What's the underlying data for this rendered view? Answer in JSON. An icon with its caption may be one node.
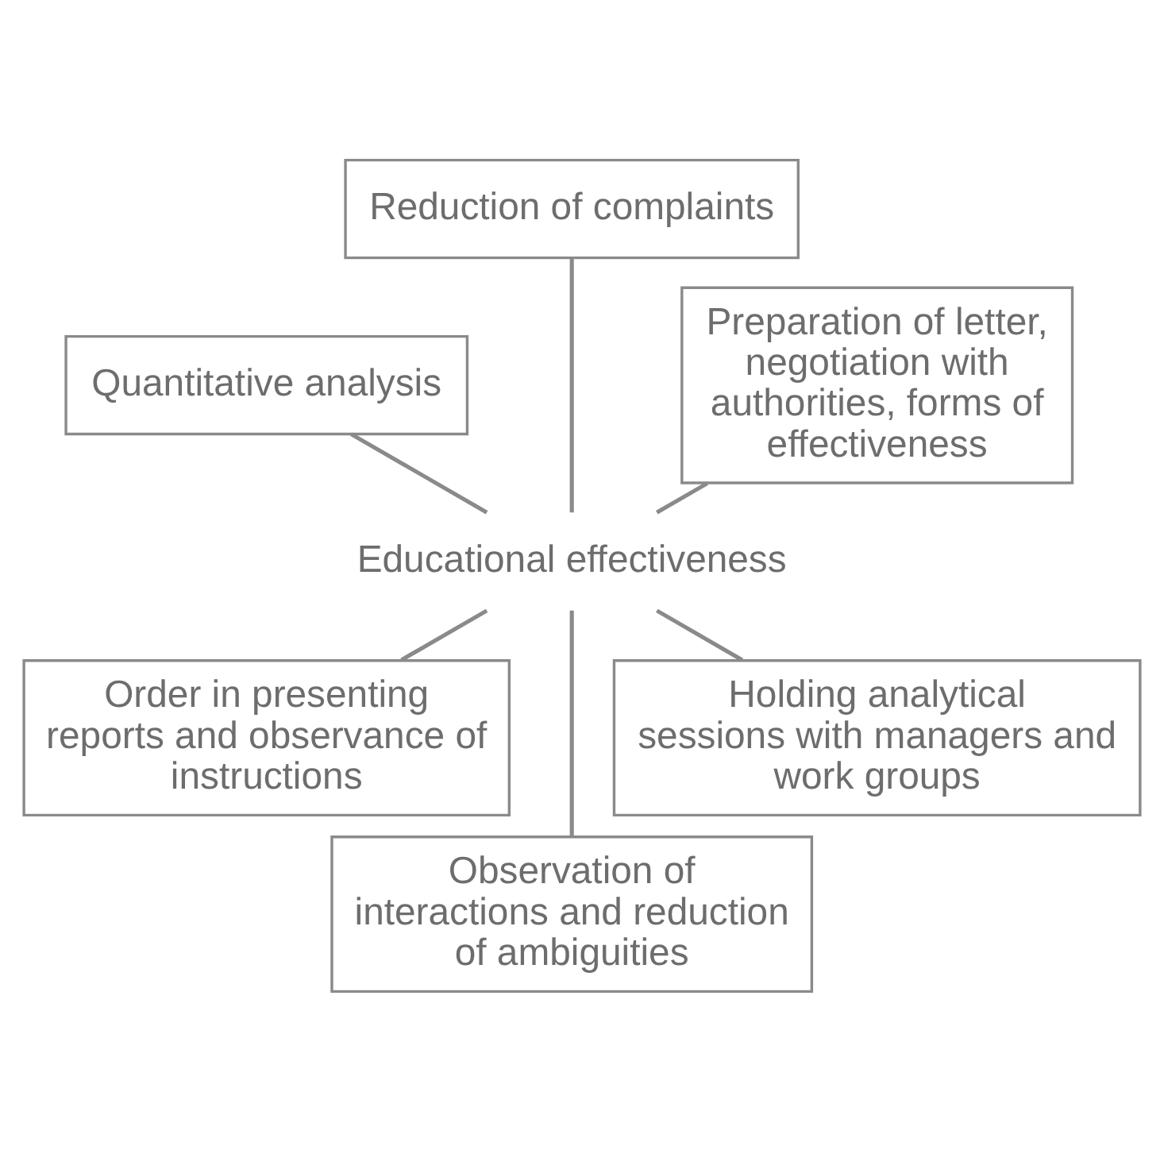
{
  "diagram": {
    "nodes": [
      {
        "text": [
          "Educational effectiveness"
        ]
      },
      {
        "text": [
          "Preparation of letter, negotiation with authorities, forms of effectiveness"
        ]
      },
      {
        "text": [
          "Reduction of complaints"
        ]
      },
      {
        "text": [
          "Quantitative analysis"
        ]
      },
      {
        "text": [
          "Order in presenting reports and observance of instructions"
        ]
      },
      {
        "text": [
          "Observation of interactions and reduction of ambiguities"
        ]
      },
      {
        "text": [
          "Holding analytical sessions with managers and work groups"
        ]
      }
    ],
    "edges": [
      {
        "from": 0,
        "to": 1,
        "arrow": "none"
      },
      {
        "from": 0,
        "to": 2,
        "arrow": "none"
      },
      {
        "from": 0,
        "to": 3,
        "arrow": "none"
      },
      {
        "from": 0,
        "to": 4,
        "arrow": "none"
      },
      {
        "from": 0,
        "to": 5,
        "arrow": "none"
      },
      {
        "from": 0,
        "to": 6,
        "arrow": "none"
      }
    ]
  }
}
